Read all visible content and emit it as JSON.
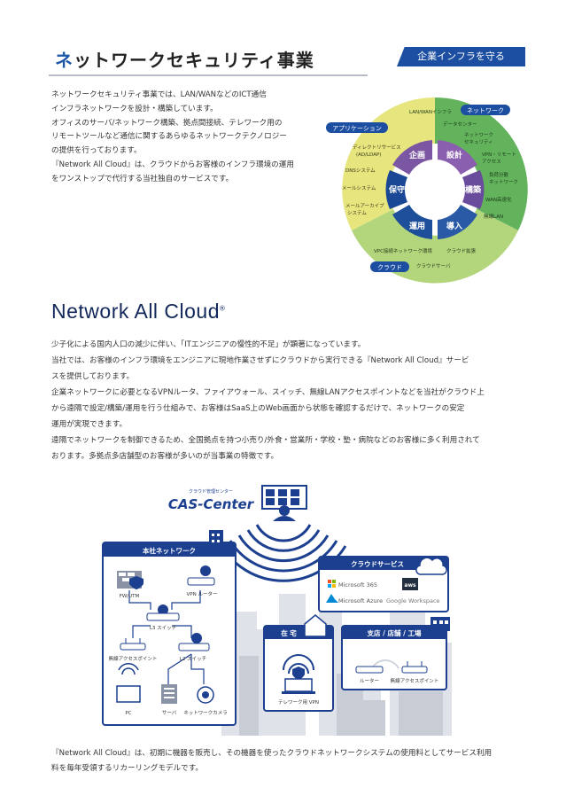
{
  "section": {
    "title_first": "ネ",
    "title_rest": "ットワークセキュリティ事業",
    "badge": "企業インフラを守る"
  },
  "intro": {
    "lines": [
      "ネットワークセキュリティ事業では、LAN/WANなどのICT通信",
      "インフラネットワークを設計・構築しています。",
      "オフィスのサーバ/ネットワーク構築、拠点間接続、テレワーク用の",
      "リモートツールなど通信に関するあらゆるネットワークテクノロジー",
      "の提供を行っております。",
      "『Network All Cloud』は、クラウドからお客様のインフラ環境の運用",
      "をワンストップで代行する当社独自のサービスです。"
    ]
  },
  "cycle": {
    "tag_network": "ネットワーク",
    "tag_application": "アプリケーション",
    "tag_cloud": "クラウド",
    "stages": [
      "企画",
      "設計",
      "構築",
      "導入",
      "運用",
      "保守"
    ],
    "network_items": [
      "LAN/WANインフラ",
      "データセンター",
      "ネットワーク",
      "セキュリティ",
      "VPN・リモート",
      "アクセス",
      "負荷分散",
      "ネットワーク",
      "WAN高速化",
      "無線LAN"
    ],
    "application_items": [
      "ディレクトリサービス",
      "(AD/LDAP)",
      "DNSシステム",
      "メールシステム",
      "メールアーカイブ",
      "システム"
    ],
    "cloud_items": [
      "VPC接続ネットワーク環境",
      "クラウド拡張",
      "クラウドサーバ"
    ],
    "colors": {
      "network": "#62b35b",
      "application": "#e3e27a",
      "cloud": "#b3d57c",
      "stage_a": "#7b56a3",
      "stage_b": "#1e4f9b"
    }
  },
  "service": {
    "brand": "Network All Cloud",
    "brand_mark": "®",
    "lines": [
      "少子化による国内人口の減少に伴い、「ITエンジニアの慢性的不足」が顕著になっています。",
      "当社では、お客様のインフラ環境をエンジニアに現地作業させずにクラウドから実行できる『Network All Cloud』サービ",
      "スを提供しております。",
      "企業ネットワークに必要となるVPNルータ、ファイアウォール、スイッチ、無線LANアクセスポイントなどを当社がクラウド上",
      "から遠隔で設定/構築/運用を行う仕組みで、お客様はSaaS上のWeb画面から状態を確認するだけで、ネットワークの安定",
      "運用が実現できます。",
      "遠隔でネットワークを制御できるため、全国拠点を持つ小売り/外食・営業所・学校・塾・病院などのお客様に多く利用されて",
      "おります。多拠点多店舗型のお客様が多いのが当事業の特徴です。"
    ]
  },
  "diagram": {
    "center_caption": "クラウド管理センター",
    "center_name": "CAS-Center",
    "hq": {
      "title": "本社ネットワーク",
      "fw": "FW/UTM",
      "vpn": "VPN ルーター",
      "l3": "L3 スイッチ",
      "ap": "無線アクセスポイント",
      "l2": "L2 スイッチ",
      "pc": "PC",
      "server": "サーバ",
      "camera": "ネットワークカメラ"
    },
    "cloud": {
      "title": "クラウドサービス",
      "ms365": "Microsoft 365",
      "aws": "aws",
      "azure": "Microsoft Azure",
      "google": "Google Workspace"
    },
    "home": {
      "title": "在 宅",
      "vpn": "テレワーク用 VPN"
    },
    "branch": {
      "title": "支店 / 店舗 / 工場",
      "router": "ルーター",
      "ap": "無線アクセスポイント"
    },
    "colors": {
      "navy": "#1c3f8f",
      "frame": "#1c3f8f",
      "city": "#d9dce2"
    }
  },
  "closing": {
    "lines": [
      "『Network All Cloud』は、初期に機器を販売し、その機器を使ったクラウドネットワークシステムの使用料としてサービス利用",
      "料を毎年受領するリカーリングモデルです。"
    ]
  }
}
